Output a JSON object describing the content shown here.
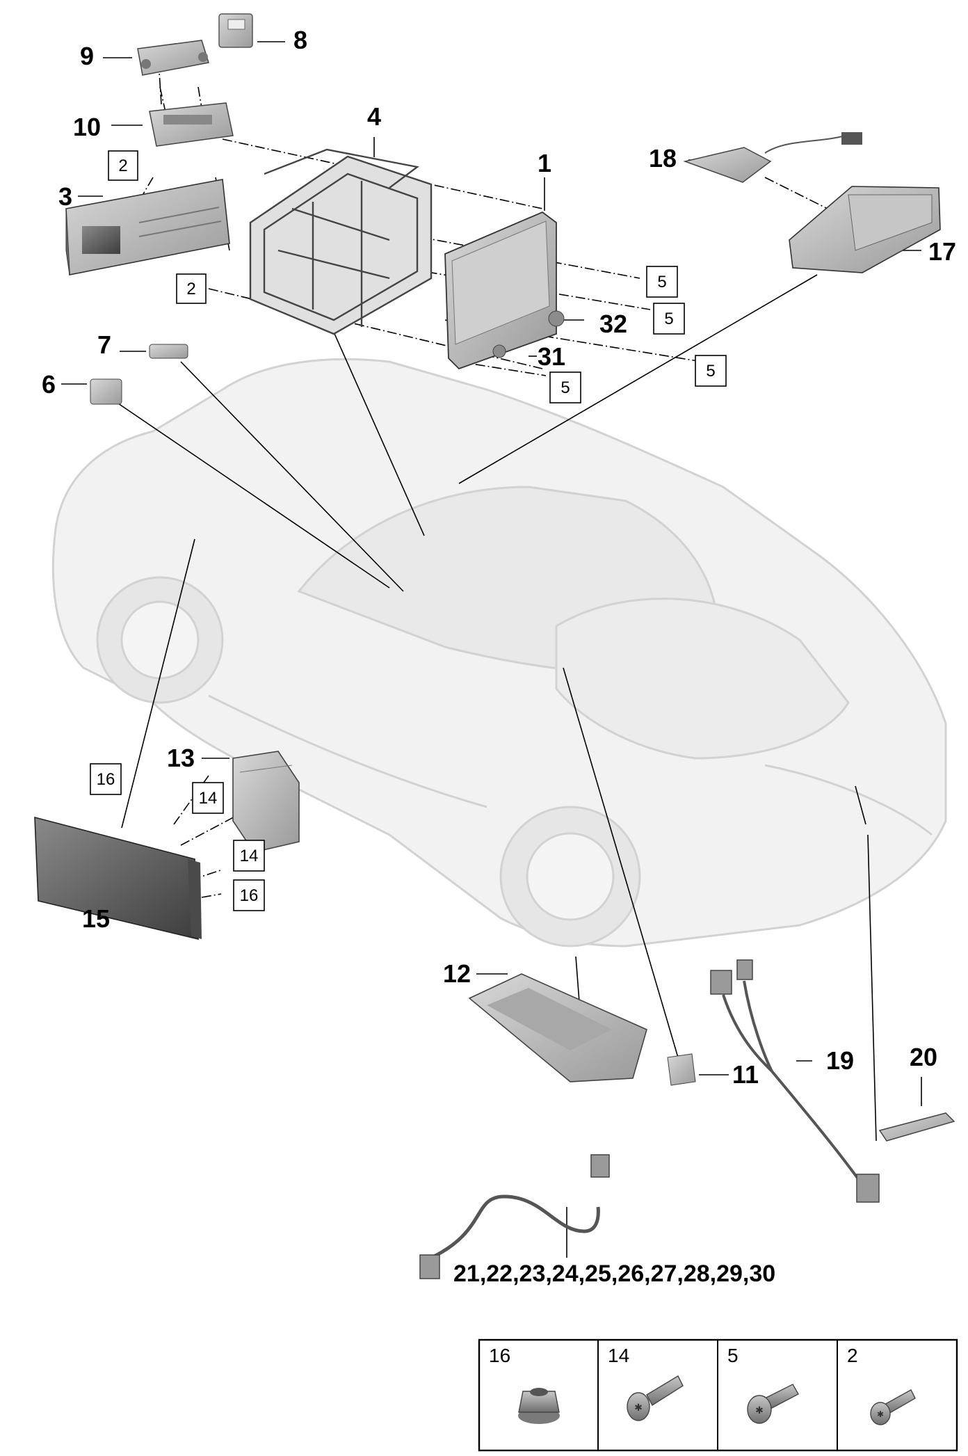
{
  "callouts": {
    "c1": "1",
    "c3": "3",
    "c4": "4",
    "c6": "6",
    "c7": "7",
    "c8": "8",
    "c9": "9",
    "c10": "10",
    "c11": "11",
    "c12": "12",
    "c13": "13",
    "c15": "15",
    "c17": "17",
    "c18": "18",
    "c19": "19",
    "c20": "20",
    "c31": "31",
    "c32": "32",
    "c21_30": "21,22,23,24,25,26,27,28,29,30"
  },
  "boxed": {
    "b2a": "2",
    "b2b": "2",
    "b5a": "5",
    "b5b": "5",
    "b5c": "5",
    "b5d": "5",
    "b14a": "14",
    "b14b": "14",
    "b16a": "16",
    "b16b": "16"
  },
  "legend": {
    "cells": [
      {
        "label": "16",
        "icon": "nut-icon"
      },
      {
        "label": "14",
        "icon": "bolt-long-icon"
      },
      {
        "label": "5",
        "icon": "bolt-icon"
      },
      {
        "label": "2",
        "icon": "screw-icon"
      }
    ]
  },
  "colors": {
    "ink": "#000000",
    "car_fill": "#f1f1f1",
    "car_stroke": "#cfcfcf",
    "part_fill": "#b9b9b9",
    "part_dark": "#6b6b6b"
  }
}
